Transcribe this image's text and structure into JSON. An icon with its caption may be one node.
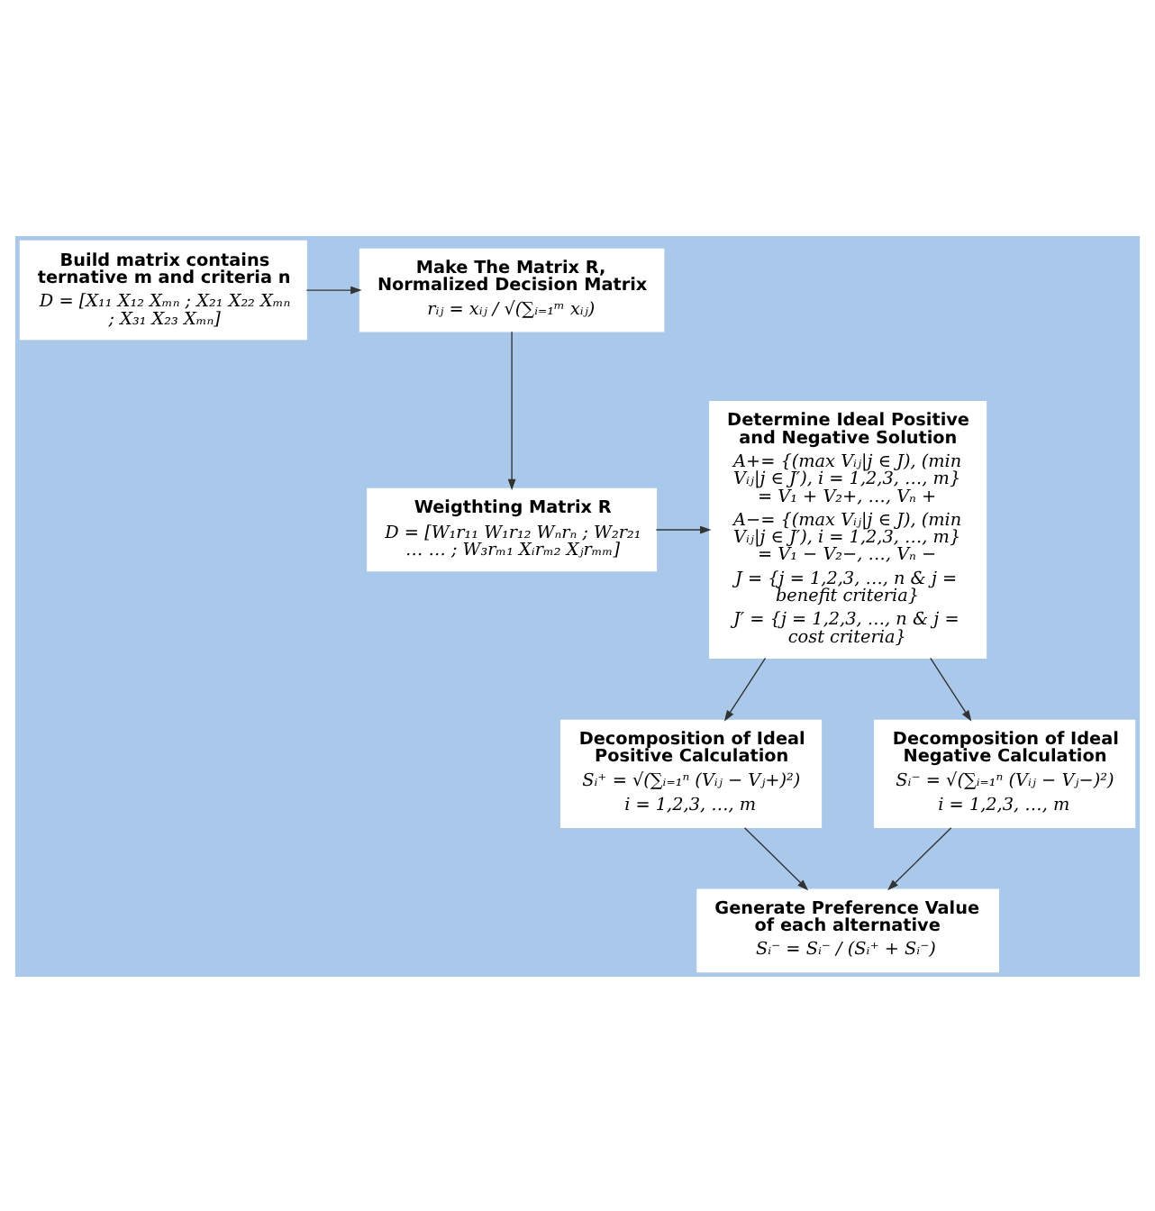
{
  "diagram": {
    "nodes": [
      {
        "text": [
          "Build matrix contains ternative m and criteria n",
          "D = [X₁₁ X₁₂ Xₘₙ ; X₂₁ X₂₂ Xₘₙ ; X₃₁ X₂₃ Xₘₙ]"
        ]
      },
      {
        "text": [
          "Make The Matrix R, Normalized Decision Matrix",
          "rᵢⱼ = xᵢⱼ / √(∑ᵢ₌₁ᵐ xᵢⱼ)"
        ]
      },
      {
        "text": [
          "Determine Ideal Positive and Negative Solution",
          "A+= {(max Vᵢⱼ|j ∈ J), (min Vᵢⱼ|j ∈ J′), i = 1,2,3, …, m} = V₁ + V₂+, …, Vₙ +",
          "A−= {(max Vᵢⱼ|j ∈ J), (min Vᵢⱼ|j ∈ J′), i = 1,2,3, …, m} = V₁ − V₂−, …, Vₙ −",
          "J = {j = 1,2,3, …, n & j = benefit criteria}",
          "J′ = {j = 1,2,3, …, n & j = cost criteria}"
        ]
      },
      {
        "text": [
          "Weigthting Matrix R",
          "D = [W₁r₁₁ W₁r₁₂ Wₙrₙ ; W₂r₂₁ … … ; W₃rₘ₁ Xᵢrₘ₂ Xⱼrₘₘ]"
        ]
      },
      {
        "text": [
          "Decomposition of Ideal Positive Calculation",
          "Sᵢ⁺ = √(∑ᵢ₌₁ⁿ (Vᵢⱼ − Vⱼ+)²)",
          "i = 1,2,3, …, m"
        ]
      },
      {
        "text": [
          "Decomposition of Ideal Negative Calculation",
          "Sᵢ⁻ = √(∑ᵢ₌₁ⁿ (Vᵢⱼ − Vⱼ−)²)",
          "i = 1,2,3, …, m"
        ]
      },
      {
        "text": [
          "Generate Preference Value of each alternative",
          "Sᵢ⁻ = Sᵢ⁻ / (Sᵢ⁺ + Sᵢ⁻)"
        ]
      }
    ],
    "edges": [
      {
        "from": 0,
        "to": 1,
        "arrow": "to"
      },
      {
        "from": 1,
        "to": 3,
        "arrow": "to"
      },
      {
        "from": 3,
        "to": 2,
        "arrow": "to"
      },
      {
        "from": 2,
        "to": 4,
        "arrow": "to"
      },
      {
        "from": 2,
        "to": 5,
        "arrow": "to"
      },
      {
        "from": 4,
        "to": 6,
        "arrow": "to"
      },
      {
        "from": 5,
        "to": 6,
        "arrow": "to"
      }
    ]
  }
}
